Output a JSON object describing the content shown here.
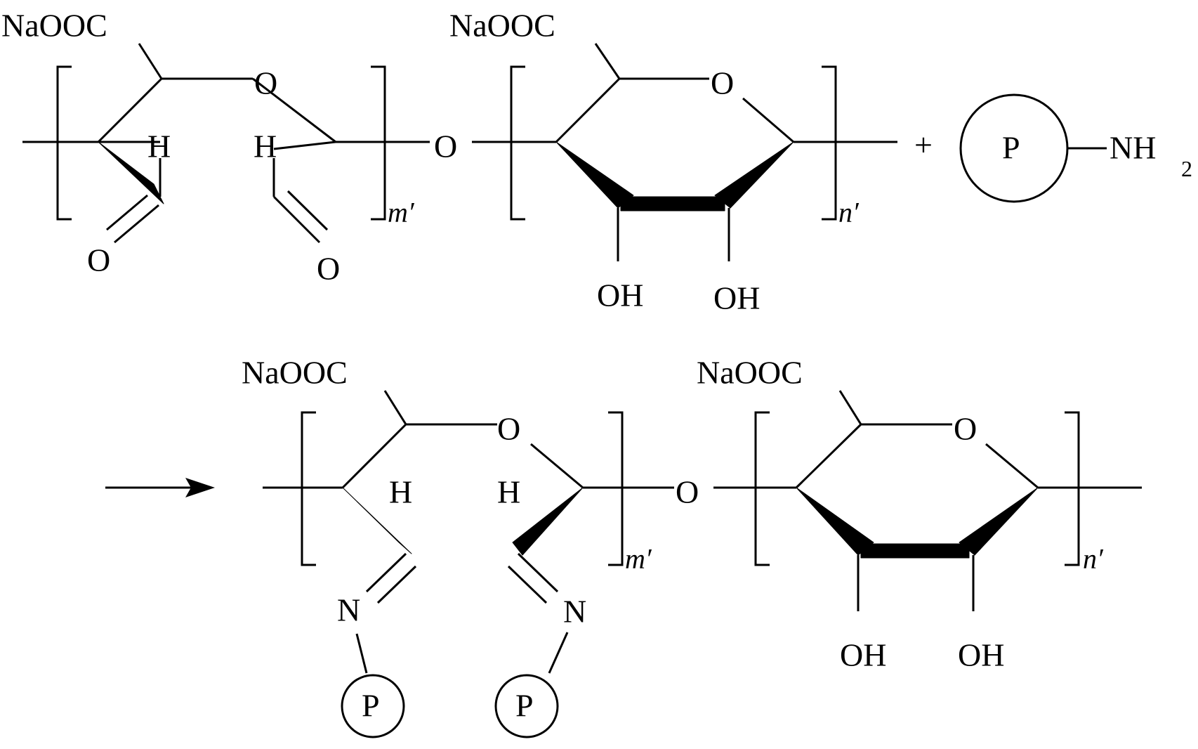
{
  "labels": {
    "sodium_carboxylate": "NaOOC",
    "oxygen": "O",
    "hydrogen": "H",
    "hydroxyl": "OH",
    "nitrogen": "N",
    "polymer": "P",
    "amine_group": "NH",
    "amine_subscript": "2",
    "plus_sign": "+",
    "repeat_m": "m′",
    "repeat_n": "n′"
  }
}
